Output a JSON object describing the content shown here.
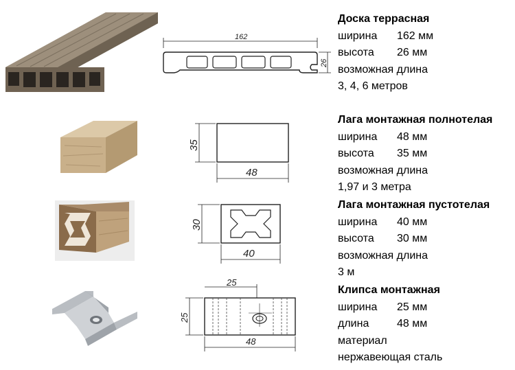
{
  "products": [
    {
      "title": "Доска террасная",
      "specs": [
        {
          "label": "ширина",
          "value": "162 мм"
        },
        {
          "label": "высота",
          "value": "26 мм"
        }
      ],
      "extra_lines": [
        "возможная длина",
        "3, 4, 6 метров"
      ],
      "drawing": {
        "width_label": "162",
        "height_label": "26"
      }
    },
    {
      "title": "Лага монтажная полнотелая",
      "specs": [
        {
          "label": "ширина",
          "value": "48 мм"
        },
        {
          "label": "высота",
          "value": "35 мм"
        }
      ],
      "extra_lines": [
        "возможная длина",
        "1,97 и 3 метра"
      ],
      "drawing": {
        "width_label": "48",
        "height_label": "35"
      }
    },
    {
      "title": "Лага монтажная пустотелая",
      "specs": [
        {
          "label": "ширина",
          "value": "40 мм"
        },
        {
          "label": "высота",
          "value": "30 мм"
        }
      ],
      "extra_lines": [
        "возможная длина",
        "3 м"
      ],
      "drawing": {
        "width_label": "40",
        "height_label": "30"
      }
    },
    {
      "title": "Клипса монтажная",
      "specs": [
        {
          "label": "ширина",
          "value": "25 мм"
        },
        {
          "label": "длина",
          "value": "48 мм"
        }
      ],
      "extra_lines": [
        "материал",
        "нержавеющая сталь"
      ],
      "drawing": {
        "width_label": "48",
        "height_label": "25",
        "top_label": "25"
      }
    }
  ],
  "colors": {
    "wood_dark": "#6f6252",
    "wood_light": "#c9b08a",
    "steel": "#c9ccd0",
    "line": "#222222"
  }
}
